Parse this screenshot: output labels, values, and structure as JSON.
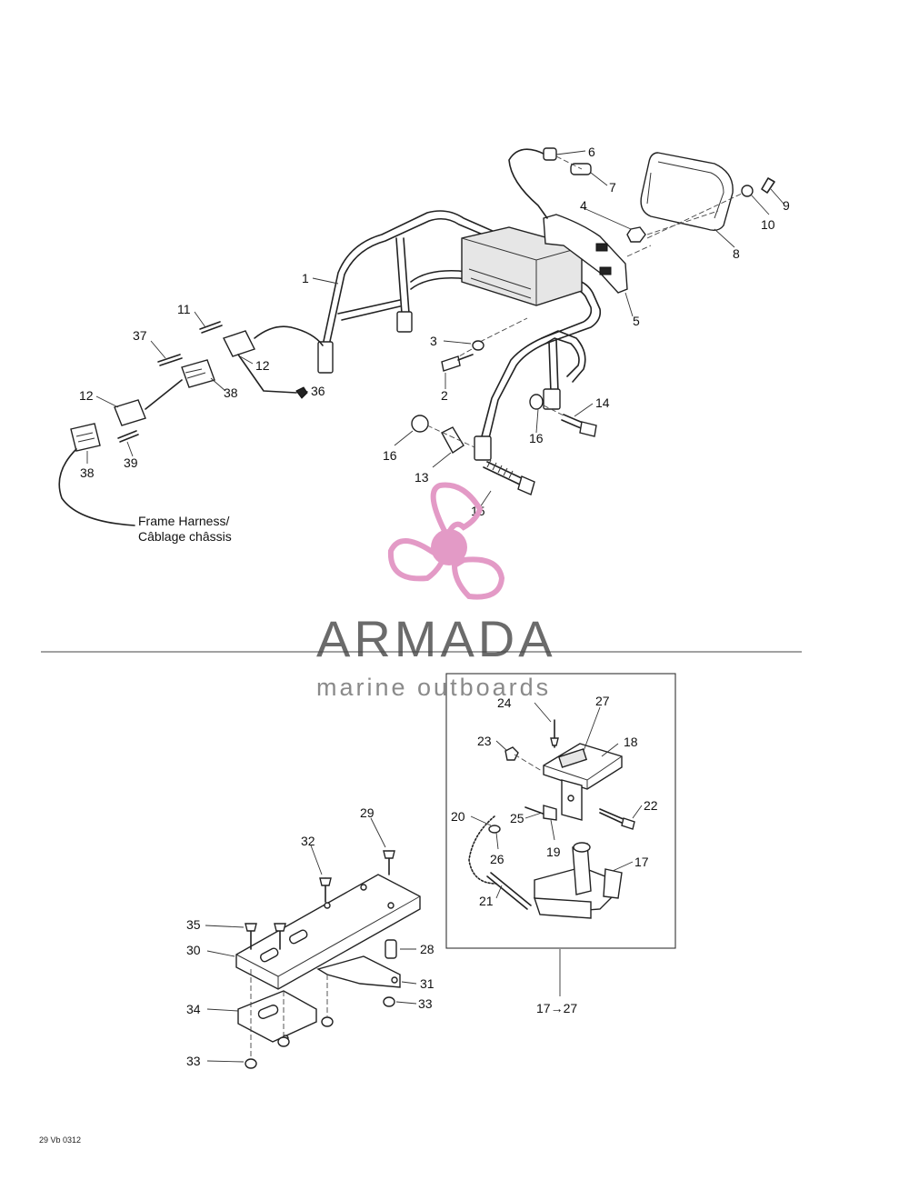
{
  "upper_callouts": [
    "1",
    "2",
    "3",
    "4",
    "5",
    "6",
    "7",
    "8",
    "9",
    "10",
    "11",
    "12",
    "12",
    "13",
    "14",
    "15",
    "16",
    "16",
    "36",
    "37",
    "38",
    "38",
    "39"
  ],
  "frame_harness": {
    "line1": "Frame Harness/",
    "line2": "Câblage châssis"
  },
  "lower_callouts": [
    "28",
    "29",
    "30",
    "31",
    "32",
    "33",
    "33",
    "34",
    "35"
  ],
  "inset_callouts": [
    "17",
    "18",
    "19",
    "20",
    "21",
    "22",
    "23",
    "24",
    "25",
    "26",
    "27"
  ],
  "inset_range_label": "17→27",
  "watermark": {
    "title": "ARMADA",
    "subtitle": "marine outboards",
    "logo_color": "#e39ac6",
    "text_color": "#6b6b6b"
  },
  "drawing_code": "29 Vb 0312"
}
